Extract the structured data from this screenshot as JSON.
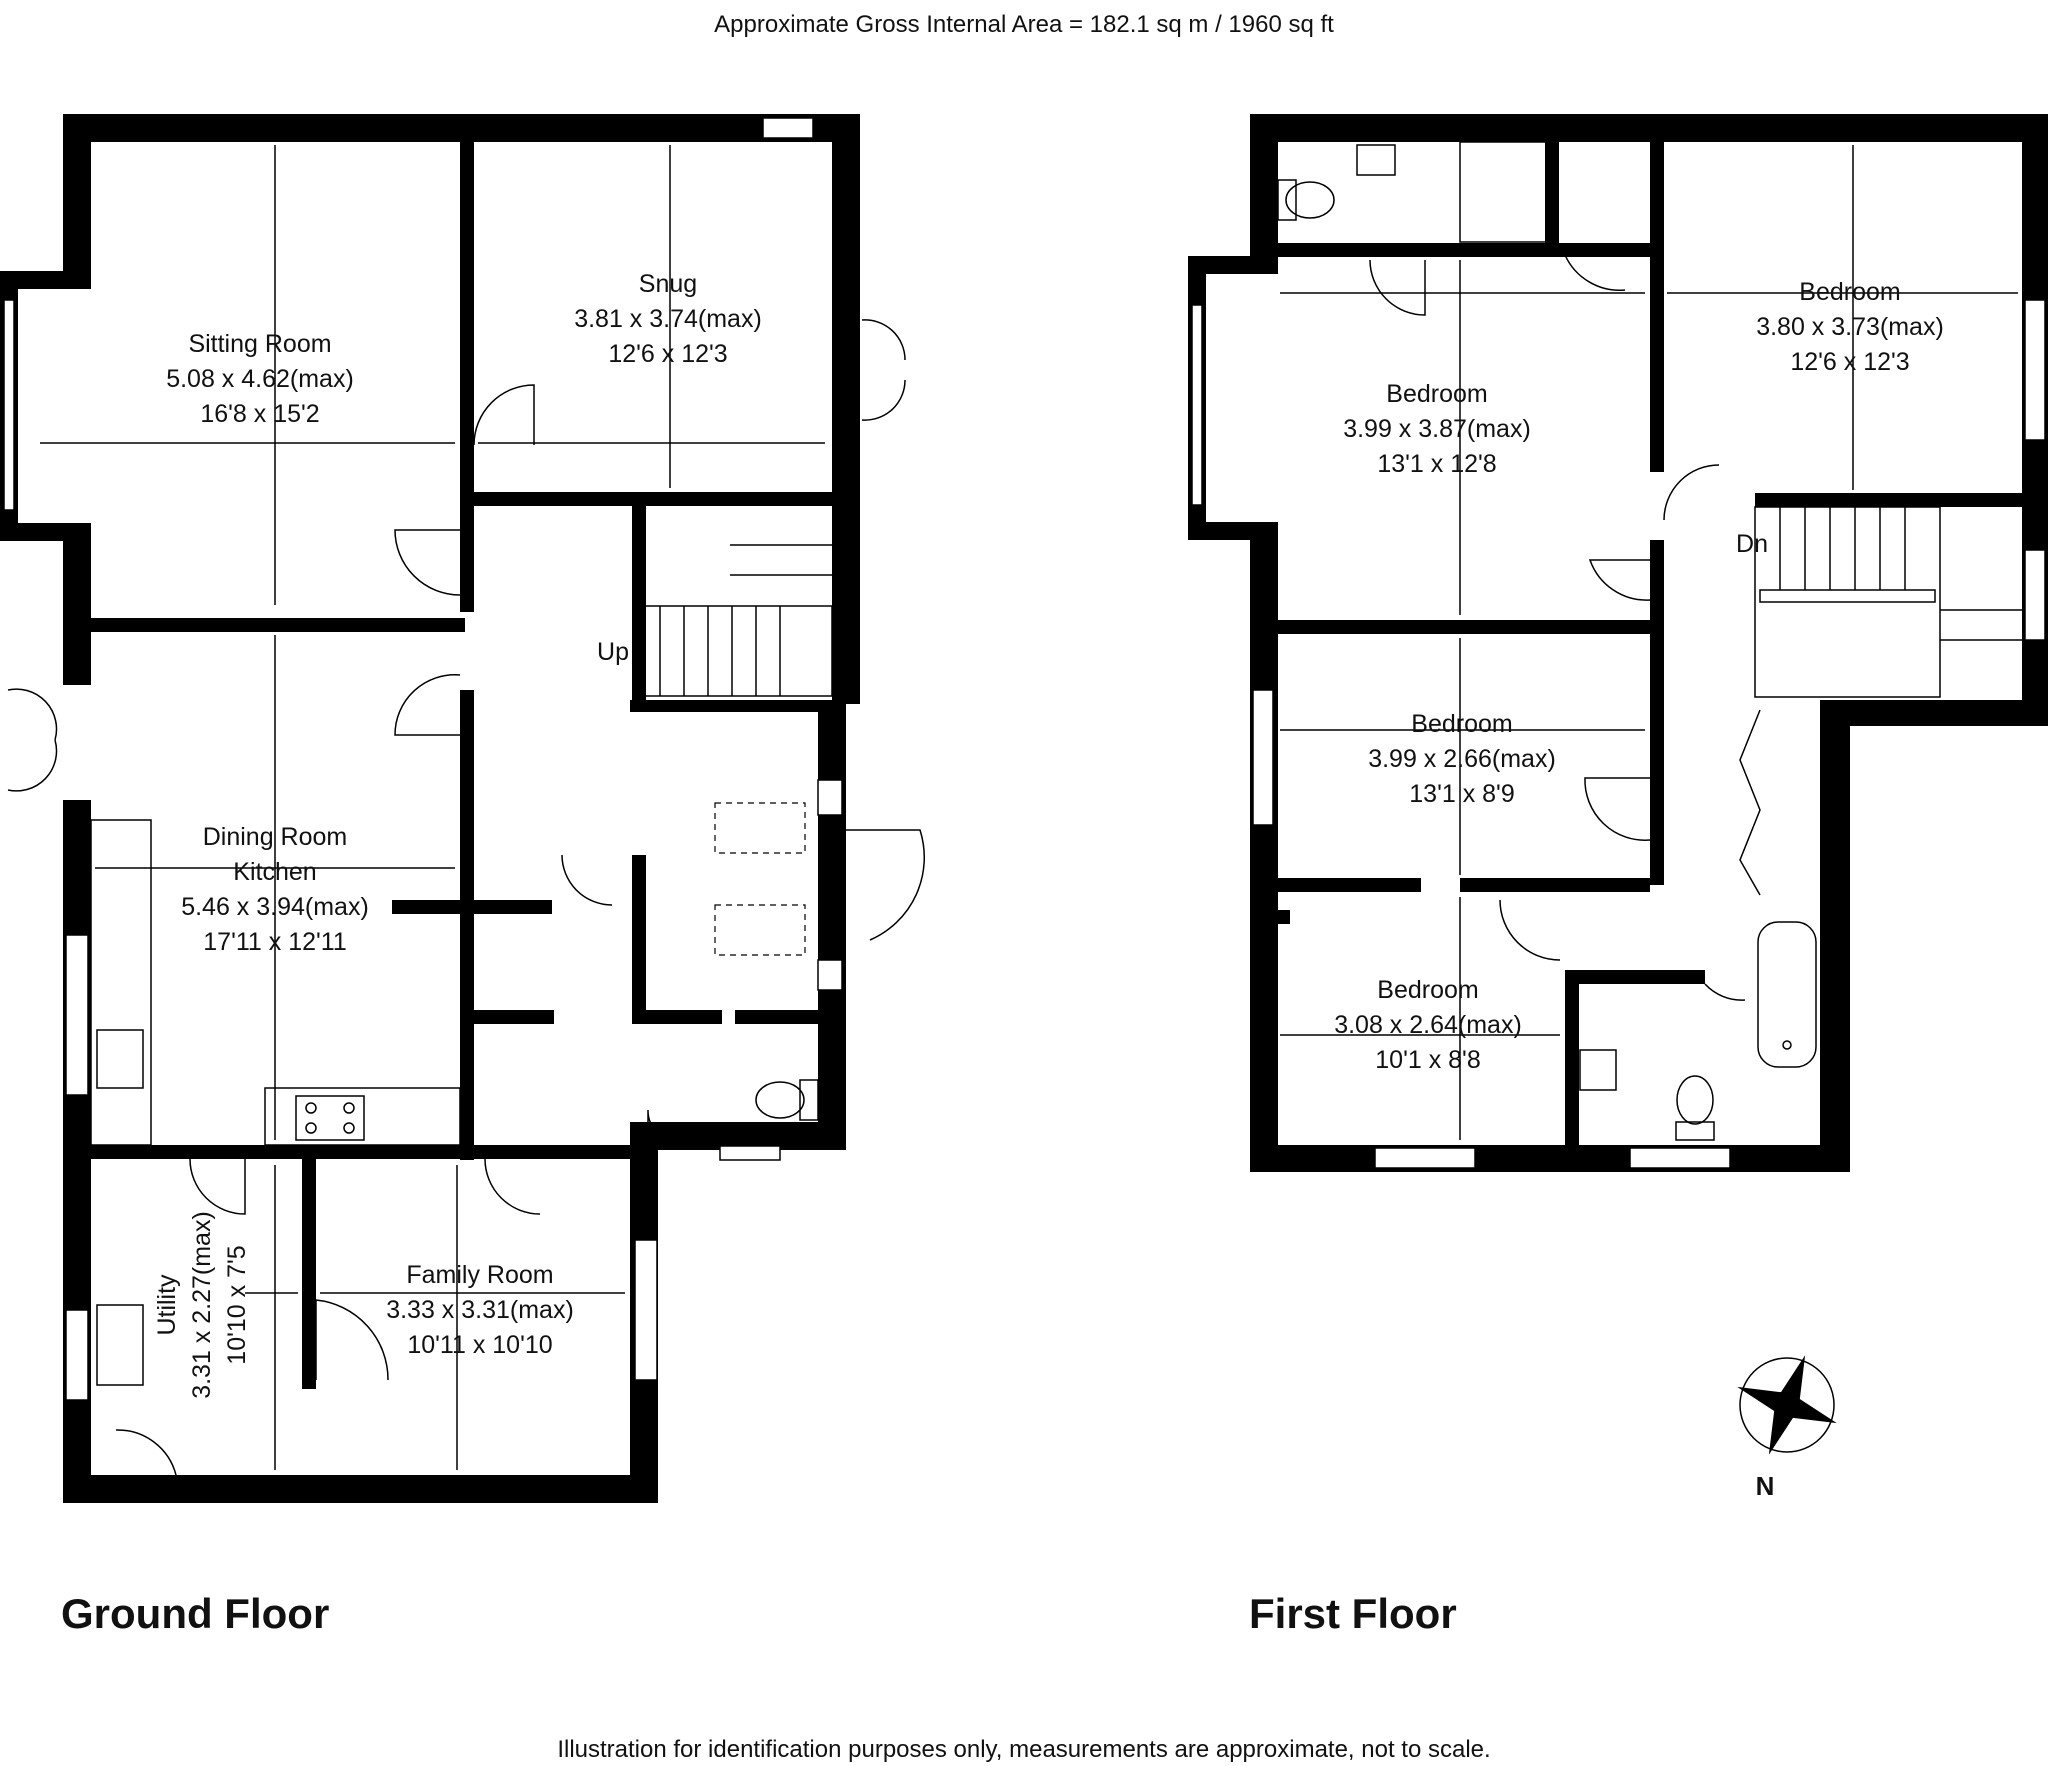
{
  "header": {
    "area_text": "Approximate Gross Internal Area = 182.1 sq m / 1960 sq ft"
  },
  "footer": {
    "disclaimer": "Illustration for identification purposes only, measurements are approximate, not to scale."
  },
  "ground_floor": {
    "title": "Ground Floor",
    "stairs_label": "Up",
    "rooms": {
      "sitting_room": {
        "name": "Sitting Room",
        "metric": "5.08 x 4.62(max)",
        "imperial": "16'8 x 15'2"
      },
      "snug": {
        "name": "Snug",
        "metric": "3.81 x 3.74(max)",
        "imperial": "12'6 x 12'3"
      },
      "dining_kitchen": {
        "name": "Dining Room",
        "name2": "Kitchen",
        "metric": "5.46 x 3.94(max)",
        "imperial": "17'11 x 12'11"
      },
      "utility": {
        "name": "Utility",
        "metric": "3.31 x 2.27(max)",
        "imperial": "10'10 x 7'5"
      },
      "family_room": {
        "name": "Family Room",
        "metric": "3.33 x 3.31(max)",
        "imperial": "10'11 x 10'10"
      }
    }
  },
  "first_floor": {
    "title": "First Floor",
    "stairs_label": "Dn",
    "rooms": {
      "bedroom_1": {
        "name": "Bedroom",
        "metric": "3.99 x 3.87(max)",
        "imperial": "13'1 x 12'8"
      },
      "bedroom_2": {
        "name": "Bedroom",
        "metric": "3.80 x 3.73(max)",
        "imperial": "12'6 x 12'3"
      },
      "bedroom_3": {
        "name": "Bedroom",
        "metric": "3.99 x 2.66(max)",
        "imperial": "13'1 x 8'9"
      },
      "bedroom_4": {
        "name": "Bedroom",
        "metric": "3.08 x 2.64(max)",
        "imperial": "10'1 x 8'8"
      }
    }
  },
  "compass": {
    "label": "N"
  }
}
